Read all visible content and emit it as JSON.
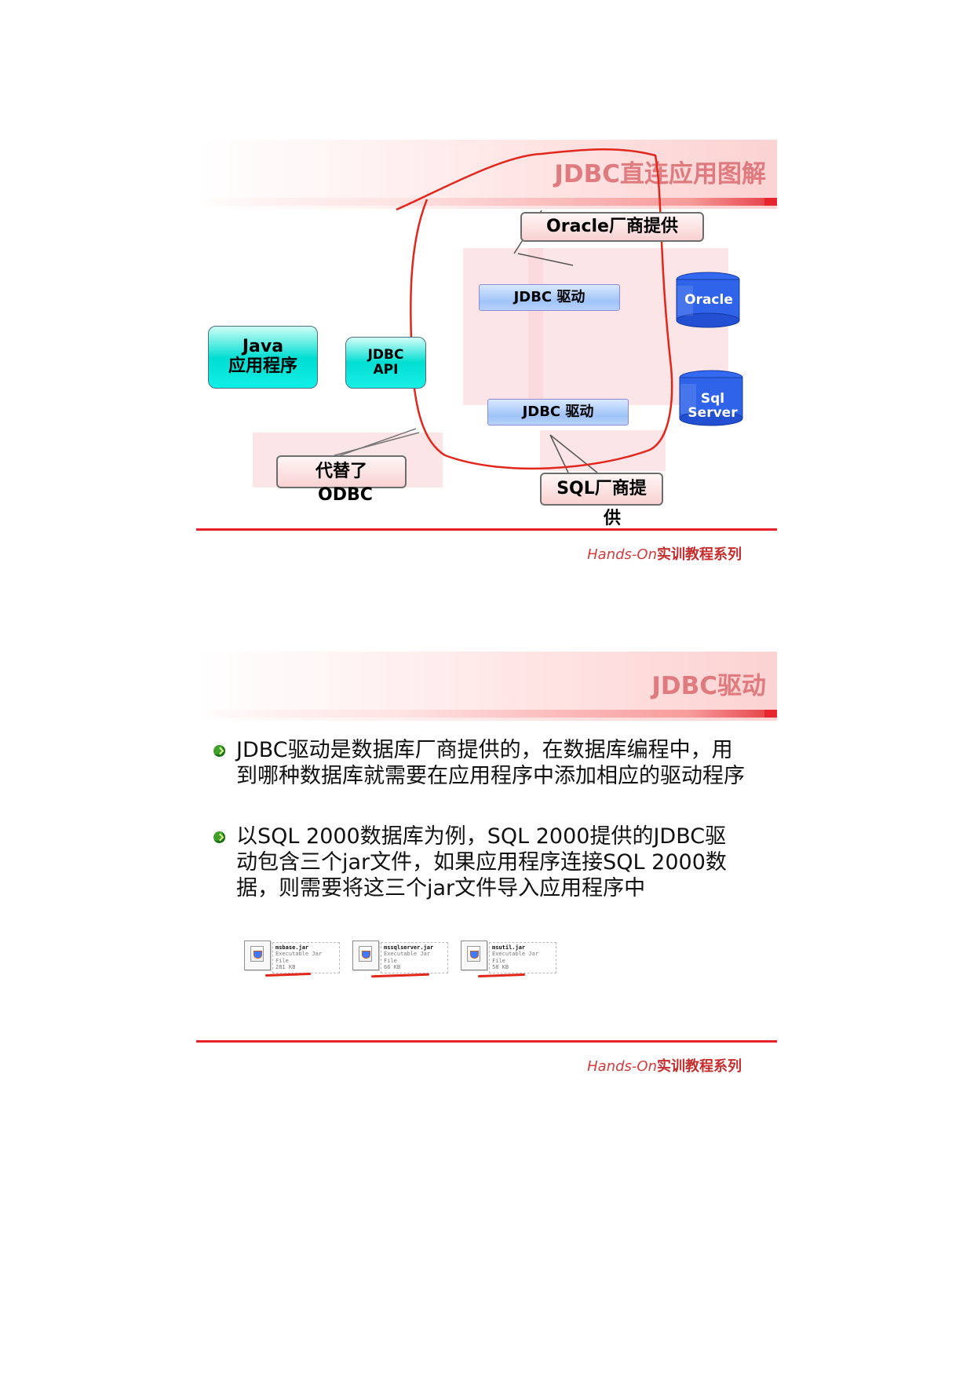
{
  "slide1": {
    "title": "JDBC直连应用图解",
    "java_box": "Java\n应用程序",
    "api_box": "JDBC\nAPI",
    "driver_top": "JDBC 驱动",
    "driver_bottom": "JDBC 驱动",
    "oracle_callout": "Oracle厂商提供",
    "odbc_callout_line1": "代替了",
    "odbc_callout_line2": "ODBC",
    "sql_callout_line1": "SQL厂商提",
    "sql_callout_line2": "供",
    "oracle_db": "Oracle",
    "sql_db": "Sql\nServer",
    "footer_en": "Hands-On",
    "footer_cn": "实训教程系列"
  },
  "slide2": {
    "title": "JDBC驱动",
    "bullets": [
      "JDBC驱动是数据库厂商提供的，在数据库编程中，用到哪种数据库就需要在应用程序中添加相应的驱动程序",
      "以SQL 2000数据库为例，SQL 2000提供的JDBC驱动包含三个jar文件，如果应用程序连接SQL 2000数据，则需要将这三个jar文件导入应用程序中"
    ],
    "files": [
      {
        "name": "msbase.jar",
        "type": "Executable Jar File",
        "size": "281 KB"
      },
      {
        "name": "mssqlserver.jar",
        "type": "Executable Jar File",
        "size": "66 KB"
      },
      {
        "name": "msutil.jar",
        "type": "Executable Jar File",
        "size": "58 KB"
      }
    ],
    "footer_en": "Hands-On",
    "footer_cn": "实训教程系列"
  }
}
